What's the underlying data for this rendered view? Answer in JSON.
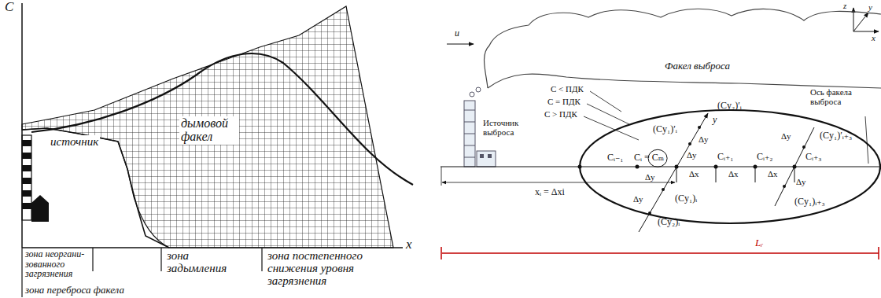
{
  "diagram": {
    "nodes": [
      {
        "text": [
          "Факел выброса"
        ]
      }
    ],
    "labels": [
      "C",
      "x",
      "источник",
      "дымовой факел",
      "зона неоргани- зованного загрязнения",
      "зона переброса факела",
      "зона задымления",
      "зона постепенного снижения уровня загрязнения",
      "u",
      "z",
      "y",
      "x",
      "Источник выброса",
      "C < ПДК",
      "C = ПДК",
      "C > ПДК",
      "(Cy₂)′ᵢ",
      "Ось факела выброса",
      "(Cy₁)′ᵢ",
      "y",
      "Δy",
      "Δy",
      "Δy",
      "Δy",
      "Δy",
      "Δy",
      "Cᵢ₋₁",
      "Cᵢ = Cₘ",
      "Cᵢ₊₁",
      "Cᵢ₊₂",
      "Cᵢ₊₃",
      "(Cy₁)′ᵢ₊₃",
      "Δx",
      "Δx",
      "Δx",
      "(Cy₁)ᵢ",
      "(Cy₂)ᵢ",
      "(Cy₁)ᵢ₊₃",
      "xᵢ = Δxi",
      "Lᵣ"
    ]
  }
}
